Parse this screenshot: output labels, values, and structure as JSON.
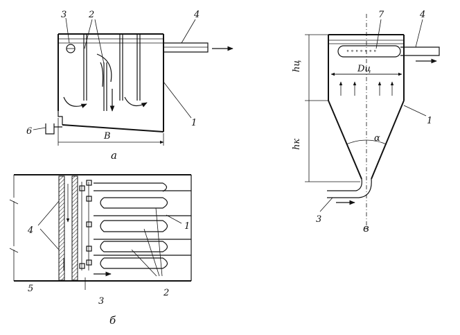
{
  "labels": {
    "a": {
      "n1": "1",
      "n2": "2",
      "n3": "3",
      "n4": "4",
      "n6": "6",
      "width": "B",
      "caption": "а"
    },
    "b": {
      "n1": "1",
      "n2": "2",
      "n3": "3",
      "n4": "4",
      "n5": "5",
      "caption": "б"
    },
    "v": {
      "n1": "1",
      "n3": "3",
      "n4": "4",
      "n7": "7",
      "hc": "hц",
      "hk": "hк",
      "dc": "Dц",
      "alpha": "α",
      "caption": "в"
    }
  }
}
